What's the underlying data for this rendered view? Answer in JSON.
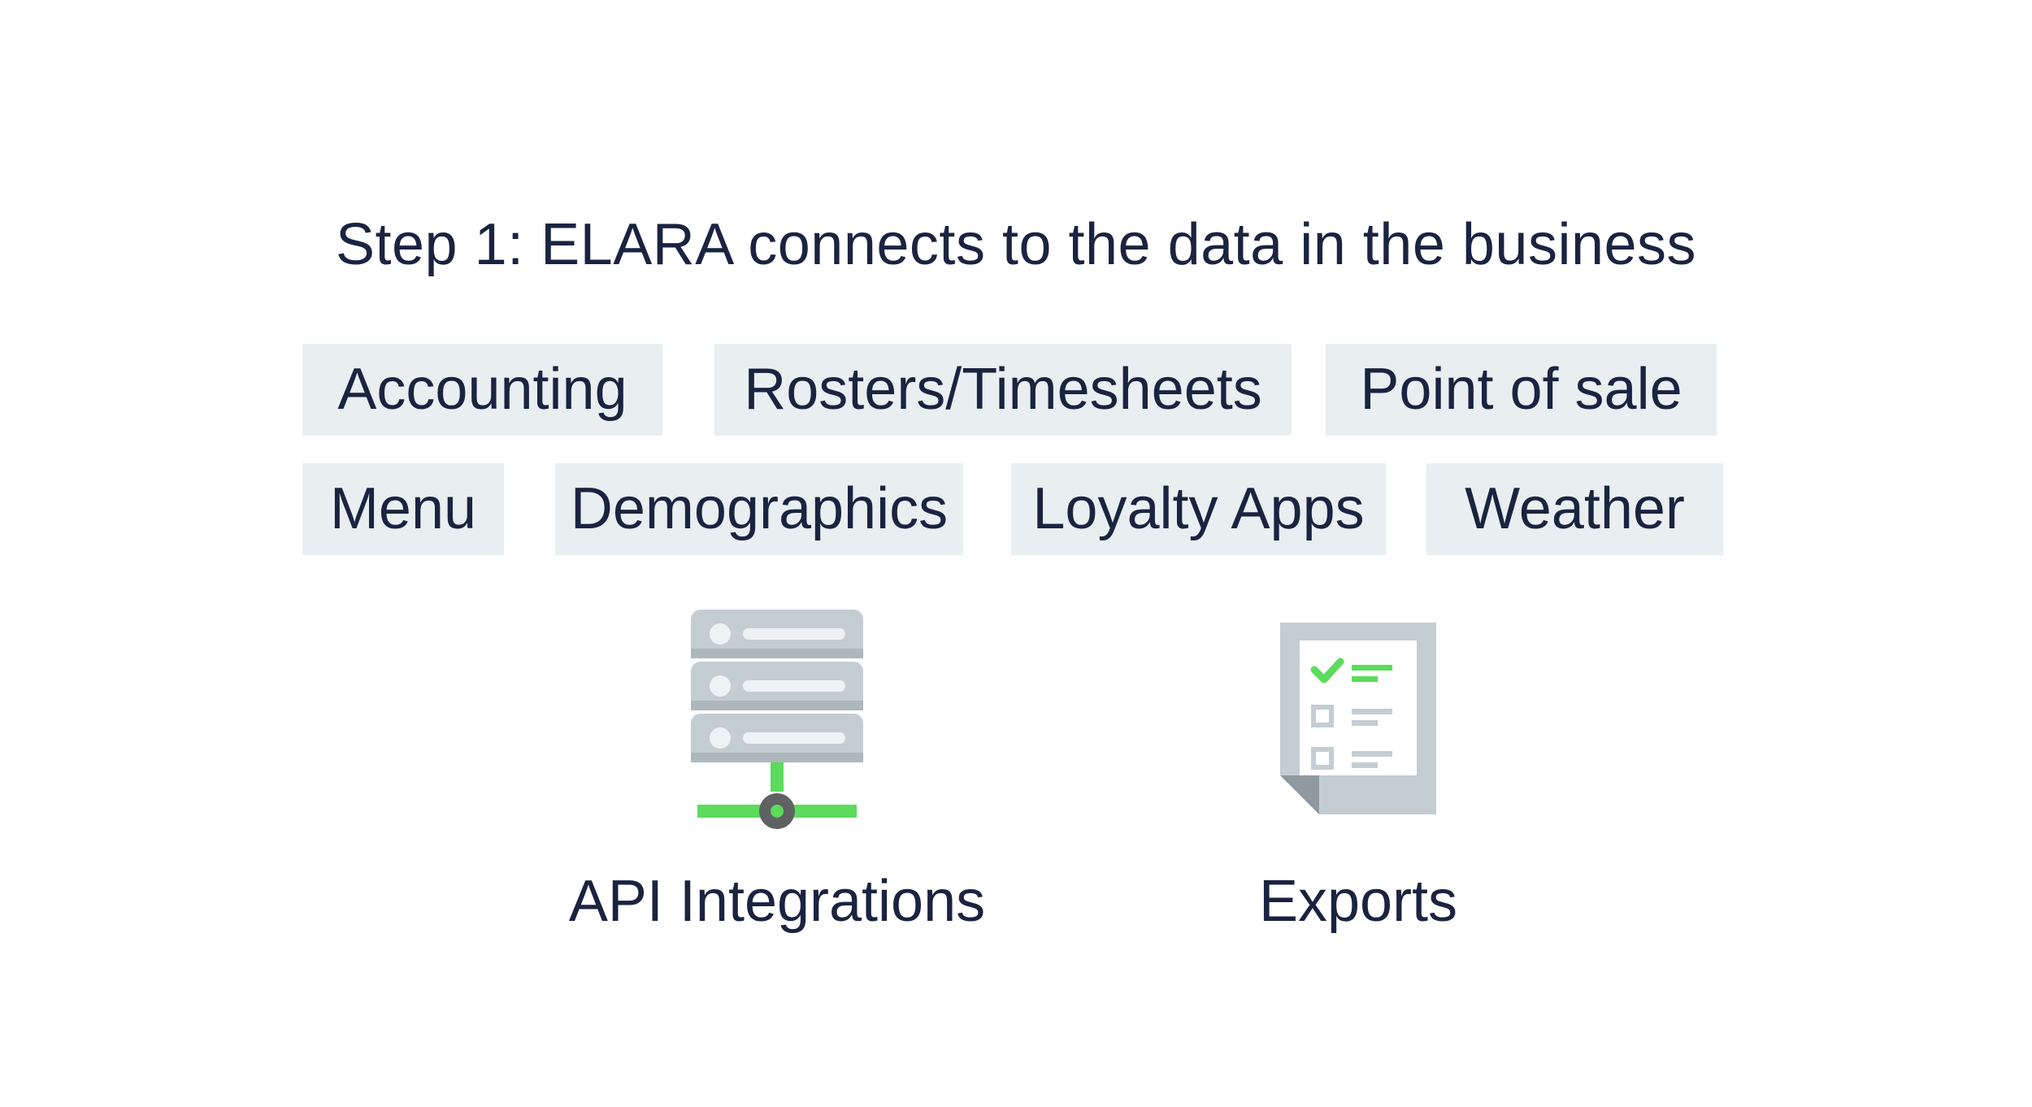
{
  "title": "Step 1: ELARA connects to the data in the business",
  "data_sources": [
    "Accounting",
    "Rosters/Timesheets",
    "Point of sale",
    "Menu",
    "Demographics",
    "Loyalty Apps",
    "Weather"
  ],
  "methods": [
    {
      "label": "API Integrations",
      "icon": "server-icon"
    },
    {
      "label": "Exports",
      "icon": "checklist-document-icon"
    }
  ],
  "colors": {
    "text": "#1a2340",
    "tag_background": "#e9eef1",
    "icon_gray": "#c4cdd2",
    "icon_dark": "#5f6263",
    "accent_green": "#5cdb5c"
  }
}
